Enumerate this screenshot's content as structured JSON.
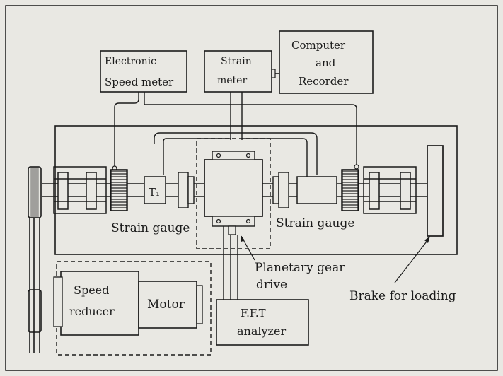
{
  "labels": {
    "speed_meter_line1": "Electronic",
    "speed_meter_line2": "Speed meter",
    "strain_meter_line1": "Strain",
    "strain_meter_line2": "meter",
    "computer_line1": "Computer",
    "computer_line2": "and",
    "computer_line3": "Recorder",
    "t1": "T₁",
    "strain_gauge_left": "Strain gauge",
    "strain_gauge_right": "Strain gauge",
    "planetary_line1": "Planetary gear",
    "planetary_line2": "drive",
    "brake": "Brake for loading",
    "speed_reducer_line1": "Speed",
    "speed_reducer_line2": "reducer",
    "motor": "Motor",
    "fft_line1": "F.F.T",
    "fft_line2": "analyzer"
  },
  "colors": {
    "background": "#e9e8e3",
    "line": "#1b1b1b"
  }
}
